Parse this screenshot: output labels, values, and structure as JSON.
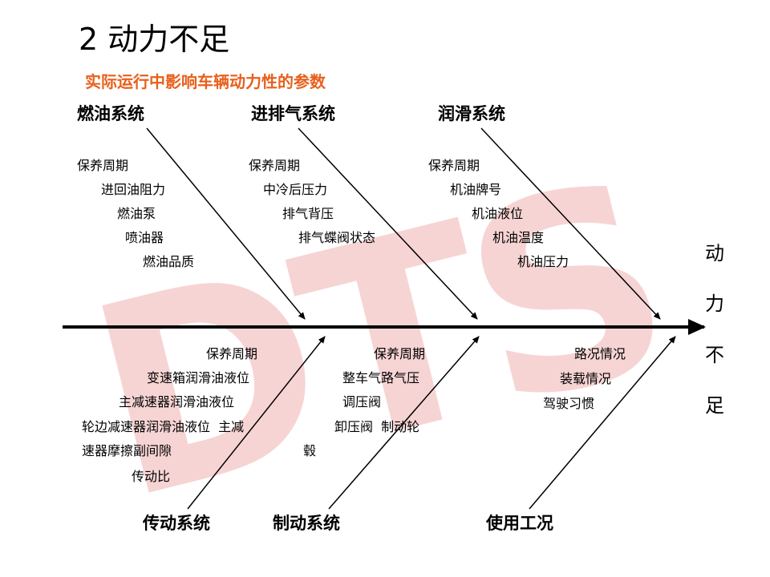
{
  "page": {
    "title": "2 动力不足",
    "subtitle": "实际运行中影响车辆动力性的参数",
    "watermark_text": "DTS",
    "colors": {
      "subtitle": "#e8601c",
      "watermark": "#f7d4d4",
      "lines": "#000000"
    }
  },
  "effect": {
    "chars": [
      "动",
      "力",
      "不",
      "足"
    ]
  },
  "categories": {
    "fuel": {
      "label": "燃油系统",
      "factors": [
        "保养周期",
        "进回油阻力",
        "燃油泵",
        "喷油器",
        "燃油品质"
      ]
    },
    "intake_exhaust": {
      "label": "进排气系统",
      "factors": [
        "保养周期",
        "中冷后压力",
        "排气背压",
        "排气蝶阀状态"
      ]
    },
    "lubrication": {
      "label": "润滑系统",
      "factors": [
        "保养周期",
        "机油牌号",
        "机油液位",
        "机油温度",
        "机油压力"
      ]
    },
    "transmission": {
      "label": "传动系统",
      "factors": [
        "保养周期",
        "变速箱润滑油液位",
        "主减速器润滑油液位",
        "轮边减速器润滑油液位  主减",
        "速器摩擦副间隙",
        "传动比"
      ]
    },
    "brake": {
      "label": "制动系统",
      "factors": [
        "保养周期",
        "整车气路气压",
        "调压阀",
        "卸压阀  制动轮",
        "毂"
      ]
    },
    "usage": {
      "label": "使用工况",
      "factors": [
        "路况情况",
        "装载情况",
        "驾驶习惯"
      ]
    }
  }
}
